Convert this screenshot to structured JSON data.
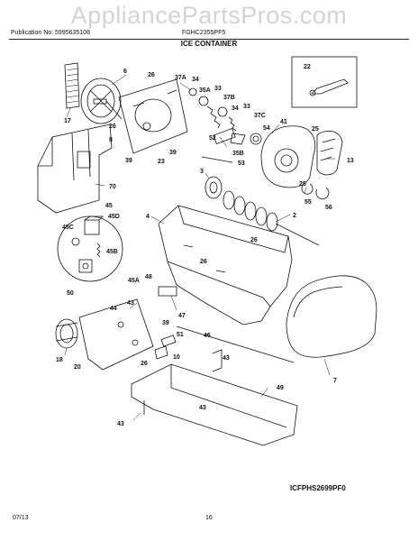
{
  "watermark": "AppliancePartsPros.com",
  "header": {
    "publication": "Publication No: 5995635108",
    "model": "FGHC2355PF5",
    "title": "ICE CONTAINER"
  },
  "labels": {
    "l6": "6",
    "l26a": "26",
    "l17": "17",
    "l37a": "37A",
    "l34a": "34",
    "l35a": "35A",
    "l33a": "33",
    "l37b": "37B",
    "l34b": "34",
    "l33b": "33",
    "l37c": "37C",
    "l54": "54",
    "l41": "41",
    "l22": "22",
    "l26b": "26",
    "l8": "8",
    "l52": "52",
    "l35b": "35B",
    "l53": "53",
    "l39a": "39",
    "l23": "23",
    "l39b": "39",
    "l25a": "25",
    "l13": "13",
    "l25b": "25",
    "l70": "70",
    "l3": "3",
    "l55": "55",
    "l56": "56",
    "l45": "45",
    "l45d": "45D",
    "l4": "4",
    "l2": "2",
    "l45c": "45C",
    "l26c": "26",
    "l45b": "45B",
    "l26d": "26",
    "l50": "50",
    "l45a": "45A",
    "l48": "48",
    "l43a": "43",
    "l44": "44",
    "l47": "47",
    "l39c": "39",
    "l51": "51",
    "l46": "46",
    "l18": "18",
    "l20": "20",
    "l26e": "26",
    "l10": "10",
    "l43b": "43",
    "l7": "7",
    "l49": "49",
    "l43c": "43",
    "l43d": "43"
  },
  "diagram_code": "ICFPHS2699PF0",
  "footer": {
    "date": "07/13",
    "page": "16"
  }
}
